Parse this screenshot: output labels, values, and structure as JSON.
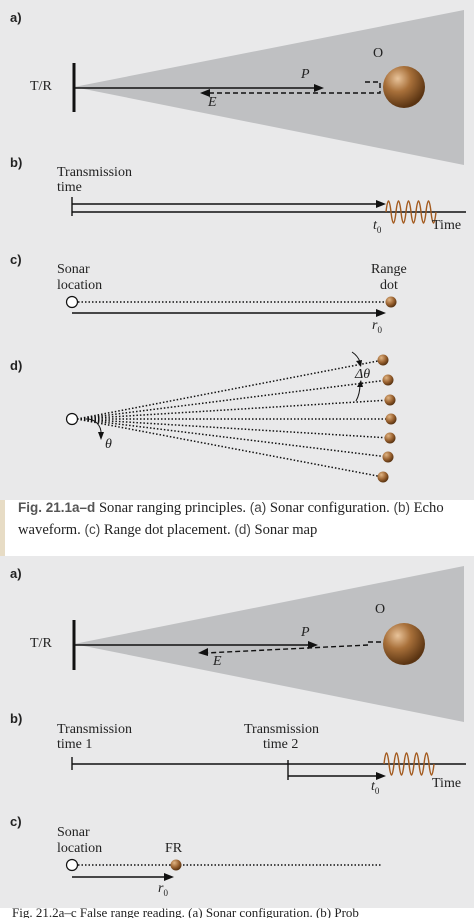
{
  "colors": {
    "panel": "#e9e9ea",
    "beam": "#bfc0c2",
    "ball": "#8a5a2b",
    "wave": "#a35a1e"
  },
  "fig1": {
    "a": {
      "label": "a)",
      "tr": "T/R",
      "p": "P",
      "e": "E",
      "o": "O"
    },
    "b": {
      "label": "b)",
      "tx_line1": "Transmission",
      "tx_line2": "time",
      "t0": "t",
      "t0_sub": "0",
      "time": "Time"
    },
    "c": {
      "label": "c)",
      "sonar_line1": "Sonar",
      "sonar_line2": "location",
      "range_line1": "Range",
      "range_line2": "dot",
      "r0": "r",
      "r0_sub": "0"
    },
    "d": {
      "label": "d)",
      "dtheta": "Δθ",
      "theta": "θ"
    }
  },
  "caption1": {
    "fig": "Fig. 21.1a–d",
    "text1": " Sonar ranging principles. ",
    "a": "(a)",
    "a_text": " Sonar configuration. ",
    "b": "(b)",
    "b_text": " Echo waveform. ",
    "c": "(c)",
    "c_text": " Range dot placement. ",
    "d": "(d)",
    "d_text": " Sonar map"
  },
  "fig2": {
    "a": {
      "label": "a)",
      "tr": "T/R",
      "p": "P",
      "e": "E",
      "o": "O"
    },
    "b": {
      "label": "b)",
      "tx1_line1": "Transmission",
      "tx1_line2": "time 1",
      "tx2_line1": "Transmission",
      "tx2_line2": "time 2",
      "t0": "t",
      "t0_sub": "0",
      "time": "Time"
    },
    "c": {
      "label": "c)",
      "sonar_line1": "Sonar",
      "sonar_line2": "location",
      "fr": "FR",
      "r0": "r",
      "r0_sub": "0"
    }
  },
  "caption2": {
    "text": "Fig. 21.2a–c False range reading. (a) Sonar configuration. (b) Prob"
  }
}
